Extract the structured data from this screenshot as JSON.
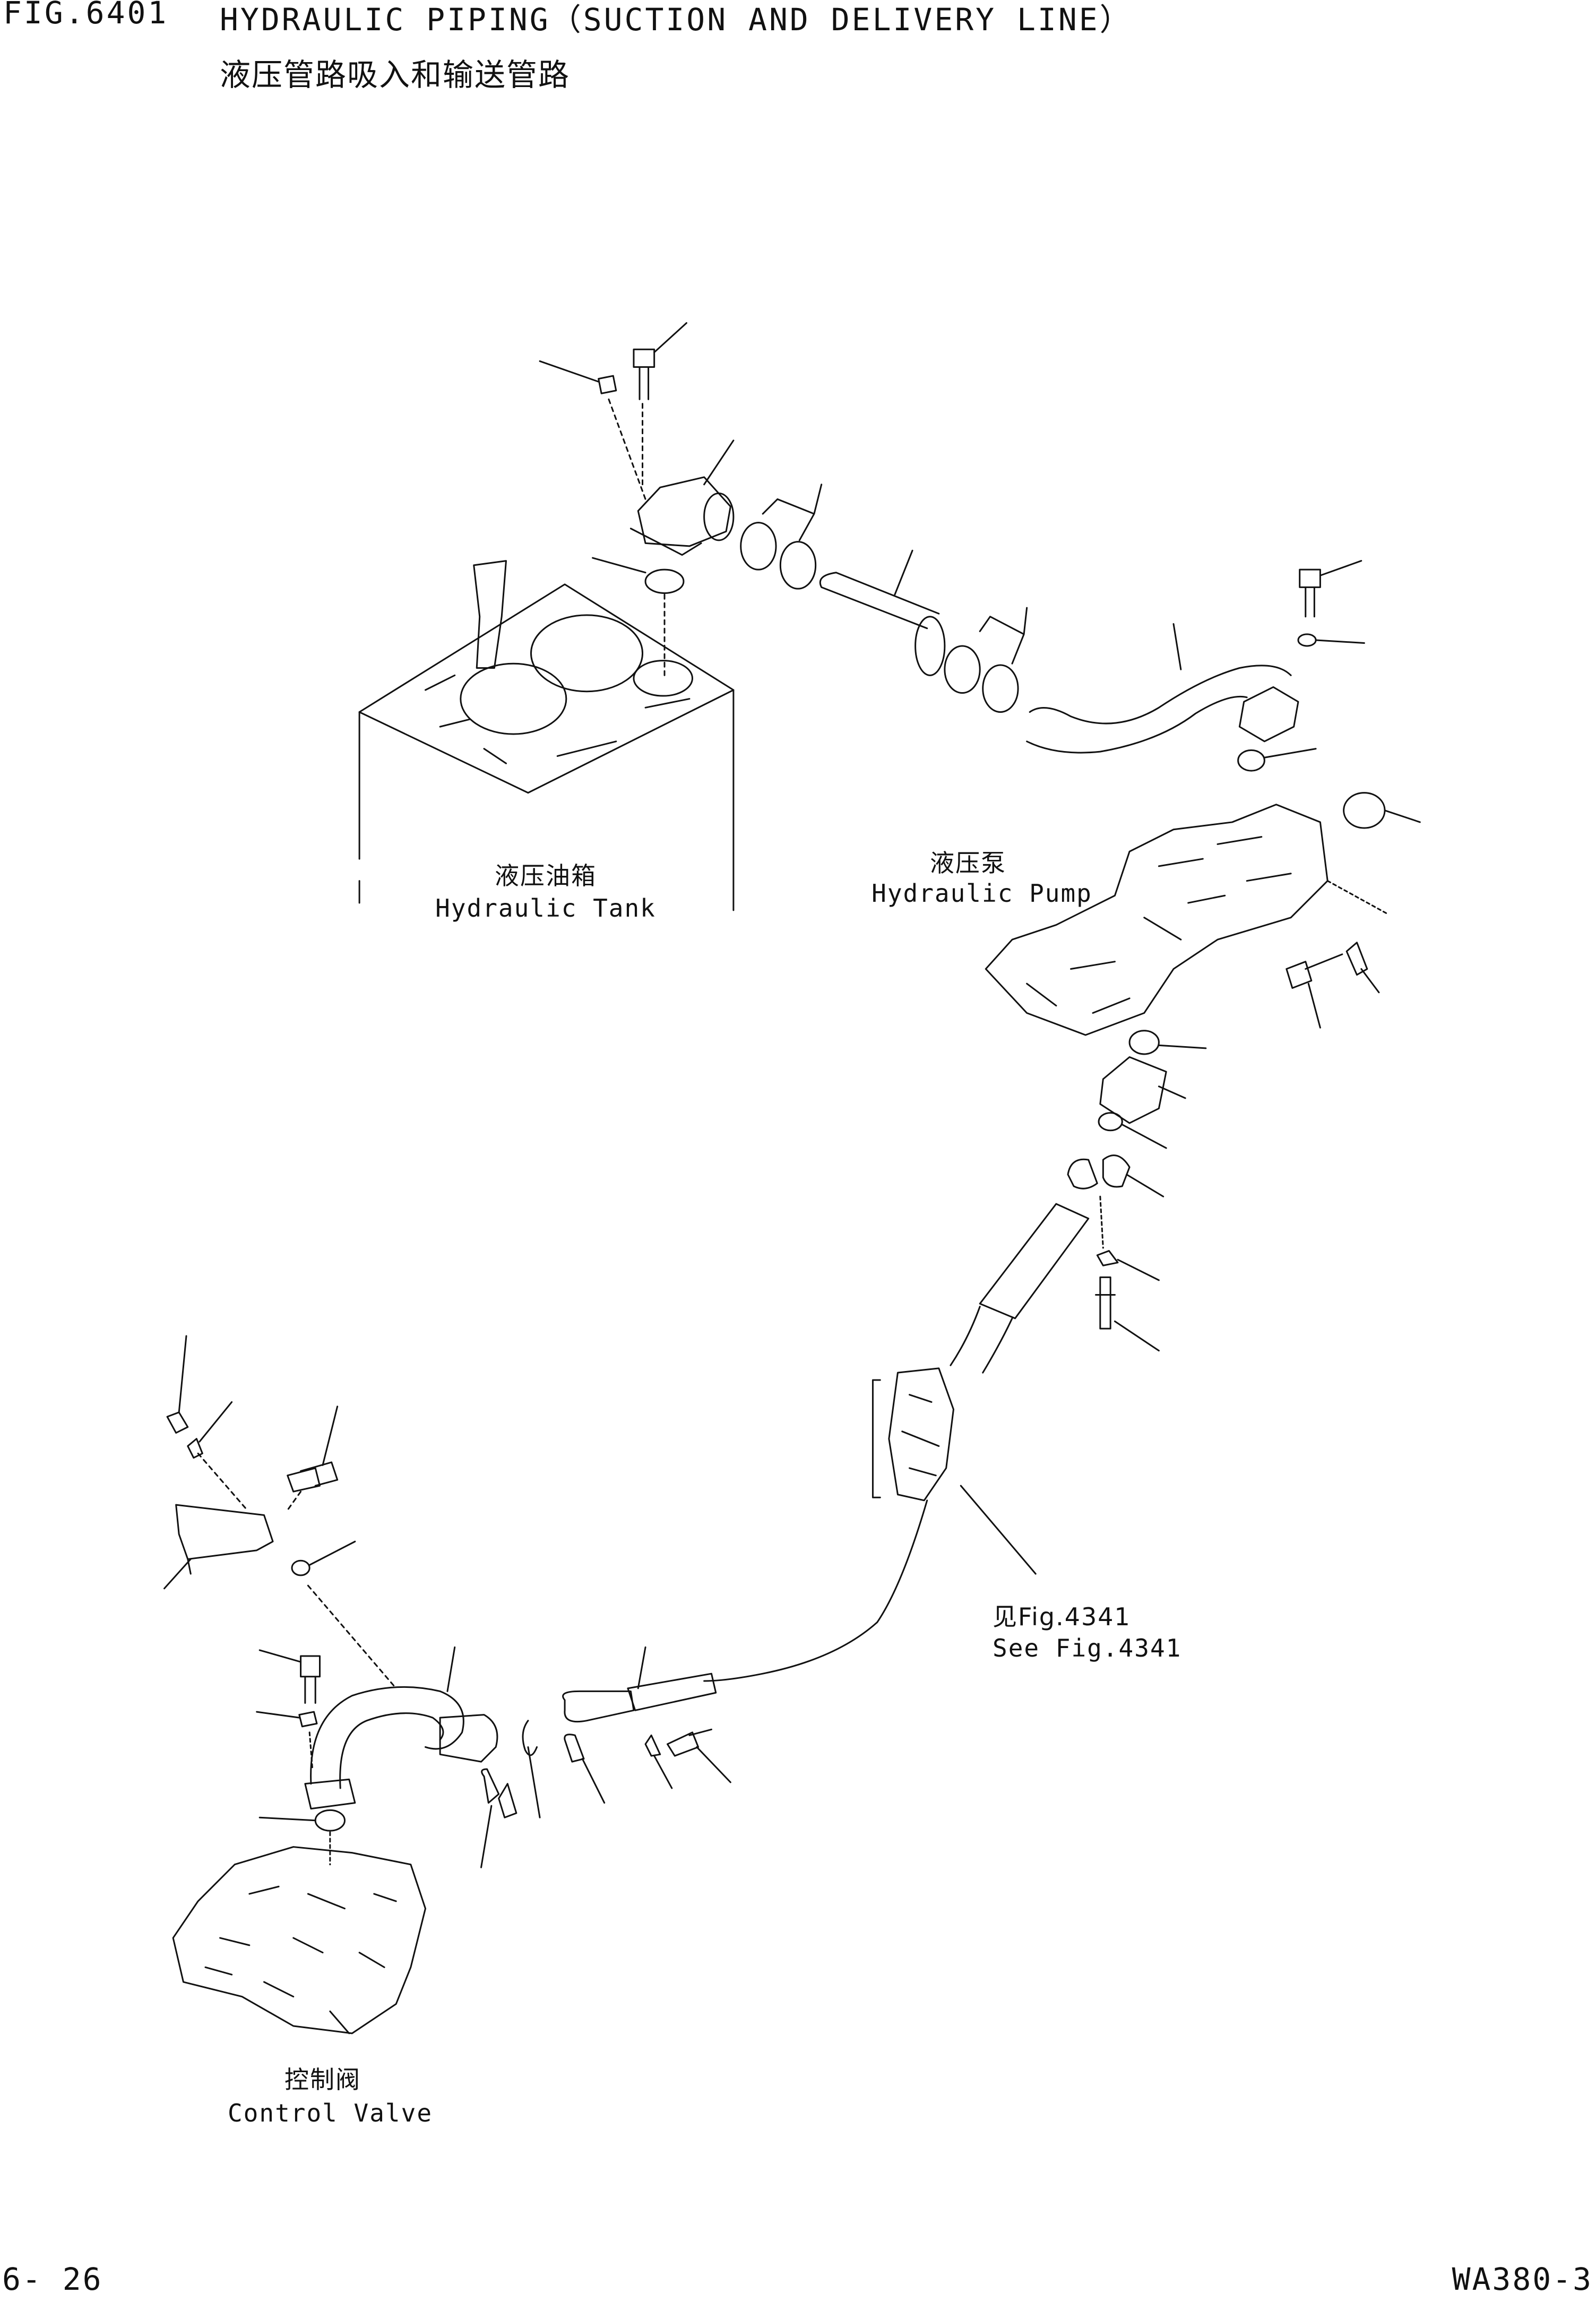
{
  "header": {
    "fig_number": "FIG.6401",
    "title_en": "HYDRAULIC PIPING（SUCTION AND DELIVERY LINE）",
    "title_zh": "液压管路吸入和输送管路"
  },
  "callouts": {
    "hydraulic_tank": {
      "zh": "液压油箱",
      "en": "Hydraulic Tank"
    },
    "hydraulic_pump": {
      "zh": "液压泵",
      "en": "Hydraulic Pump"
    },
    "see_fig": {
      "zh": "见Fig.4341",
      "en": "See Fig.4341"
    },
    "control_valve": {
      "zh": "控制阀",
      "en": "Control Valve"
    }
  },
  "footer": {
    "page": "6- 26",
    "model": "WA380-3"
  },
  "colors": {
    "ink": "#111111",
    "paper": "#ffffff"
  }
}
